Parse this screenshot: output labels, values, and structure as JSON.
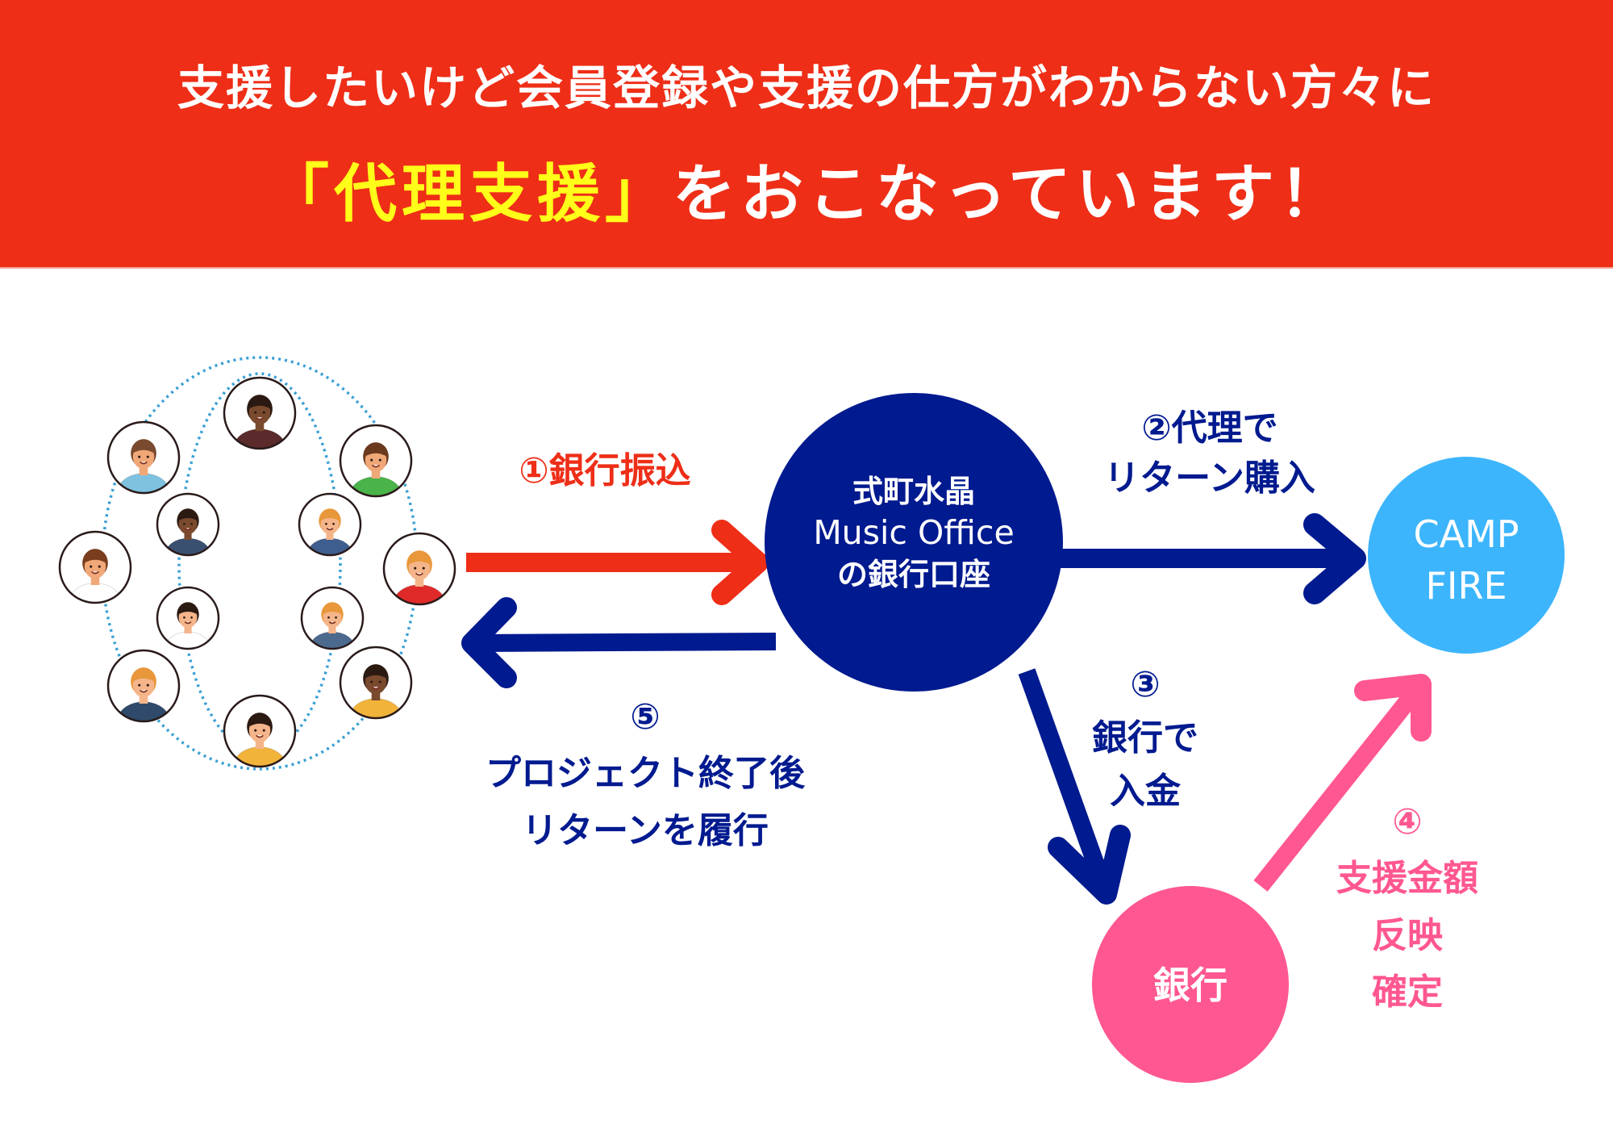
{
  "header": {
    "line1": "支援したいけど会員登録や支援の仕方がわからない方々に",
    "line2_highlight": "「代理支援」",
    "line2_rest": "をおこなっています！",
    "background_color": "#ee2e17",
    "highlight_color": "#ffff1a"
  },
  "supporters": {
    "label": "supporters-group",
    "count": 12,
    "avatars": [
      {
        "shirt": "#5b2a2a",
        "skin": "#7a4a2e",
        "hair": "#2b1a12"
      },
      {
        "shirt": "#4ab34a",
        "skin": "#f0a878",
        "hair": "#6b3a1e"
      },
      {
        "shirt": "#e02a2a",
        "skin": "#f5b58a",
        "hair": "#e8973a"
      },
      {
        "shirt": "#f2b33a",
        "skin": "#7a4a2e",
        "hair": "#2b1a12"
      },
      {
        "shirt": "#f2b33a",
        "skin": "#f5b58a",
        "hair": "#2b1a12"
      },
      {
        "shirt": "#2f4a6a",
        "skin": "#f5b58a",
        "hair": "#e8973a"
      },
      {
        "shirt": "#ffffff",
        "skin": "#f0a878",
        "hair": "#7a3e1e"
      },
      {
        "shirt": "#7ec2e0",
        "skin": "#f0a878",
        "hair": "#7a4a2e"
      },
      {
        "shirt": "#3a5070",
        "skin": "#7a4a2e",
        "hair": "#2b1a12"
      },
      {
        "shirt": "#3d5e8e",
        "skin": "#f5b58a",
        "hair": "#e8973a"
      },
      {
        "shirt": "#ffffff",
        "skin": "#f5b58a",
        "hair": "#2b1a12"
      },
      {
        "shirt": "#4c6a8e",
        "skin": "#f5b58a",
        "hair": "#e8973a"
      }
    ]
  },
  "nodes": {
    "office": {
      "lines": [
        "式町水晶",
        "Music Office",
        "の銀行口座"
      ],
      "color": "#001a8f"
    },
    "campfire": {
      "lines": [
        "CAMP",
        "FIRE"
      ],
      "color": "#3db5fc"
    },
    "bank": {
      "lines": [
        "銀行"
      ],
      "color": "#ff5791"
    }
  },
  "steps": {
    "step1": {
      "lines": [
        "①銀行振込"
      ],
      "color": "#ee2e17"
    },
    "step2": {
      "lines": [
        "②代理で",
        "リターン購入"
      ],
      "color": "#001a8f"
    },
    "step3": {
      "lines": [
        "③",
        "銀行で",
        "入金"
      ],
      "color": "#001a8f"
    },
    "step4": {
      "lines": [
        "④",
        "支援金額",
        "反映",
        "確定"
      ],
      "color": "#ff5791"
    },
    "step5": {
      "lines": [
        "⑤",
        "プロジェクト終了後",
        "リターンを履行"
      ],
      "color": "#001a8f"
    }
  }
}
